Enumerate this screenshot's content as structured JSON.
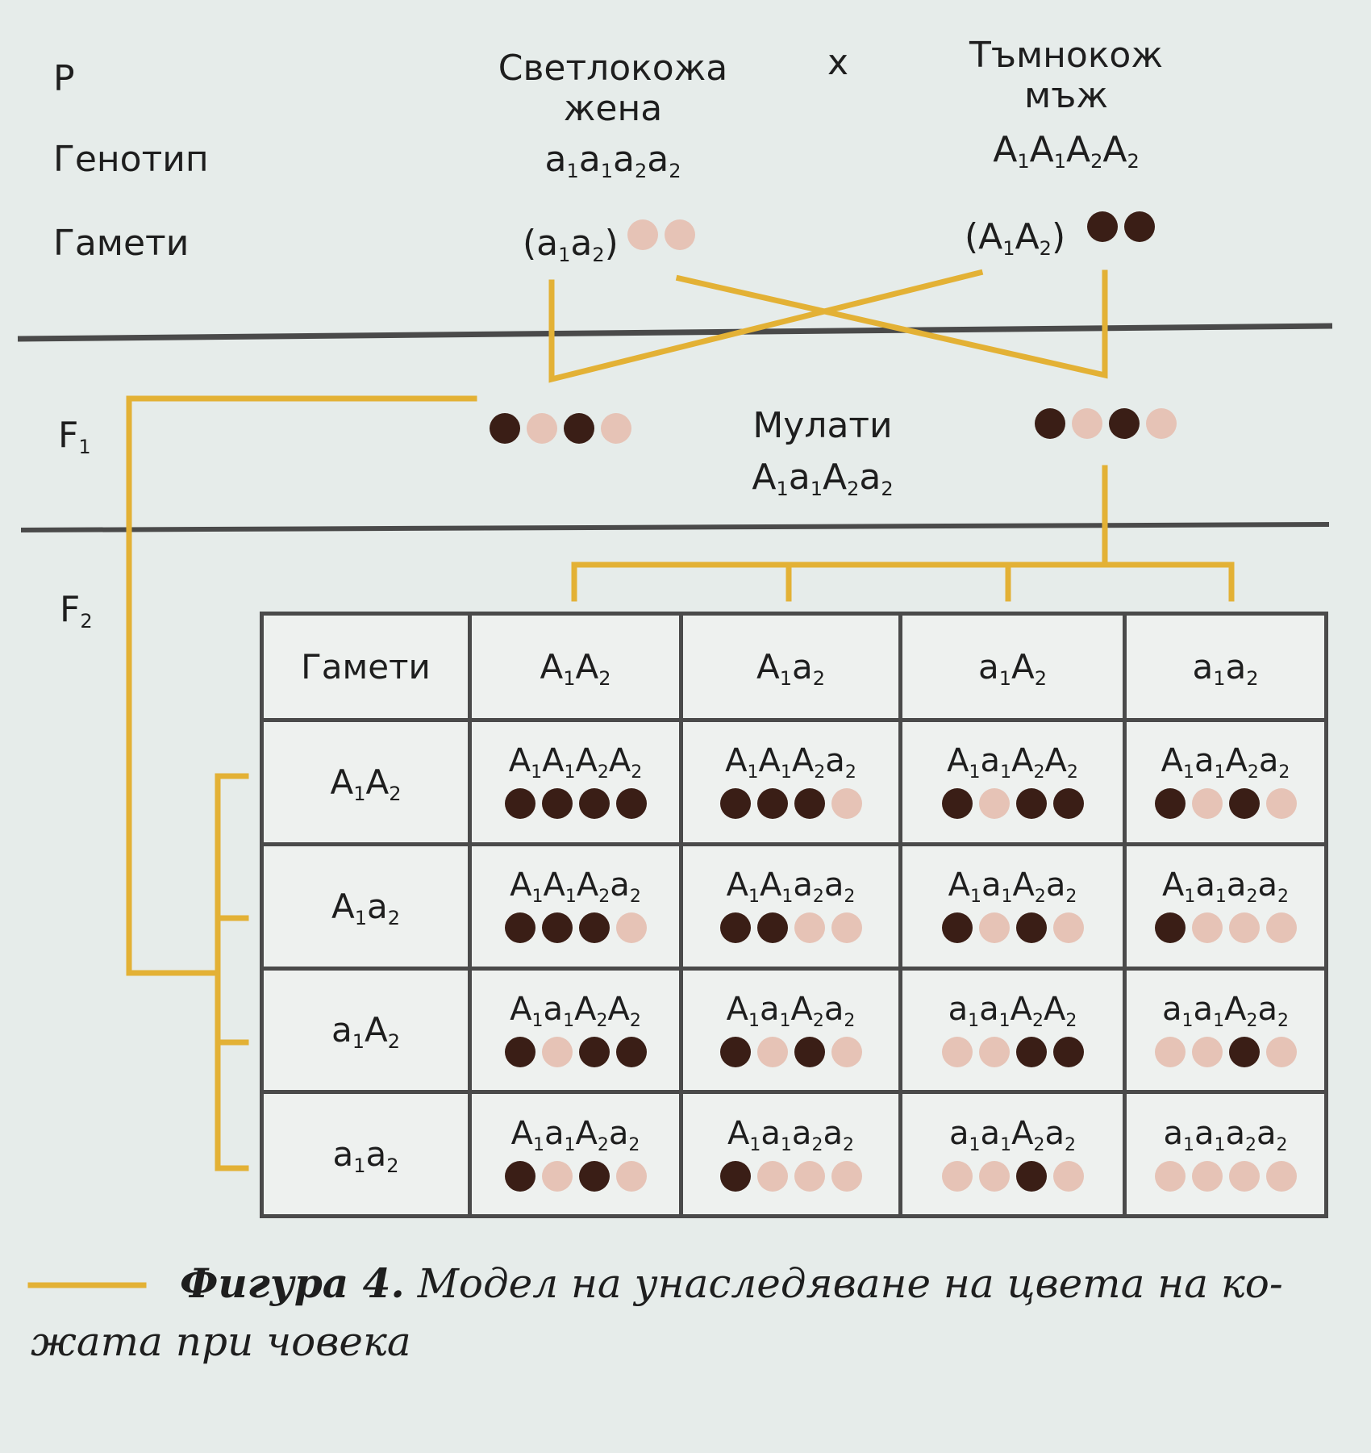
{
  "rows": {
    "p": "P",
    "genotype": "Генотип",
    "gametes": "Гамети",
    "f1": [
      "F",
      "1"
    ],
    "f2": [
      "F",
      "2"
    ]
  },
  "cross_sign": "x",
  "female": {
    "title": [
      "Светлокожа",
      "жена"
    ],
    "genotype": [
      [
        "a",
        "1"
      ],
      [
        "a",
        "1"
      ],
      [
        "a",
        "2"
      ],
      [
        "a",
        "2"
      ]
    ],
    "gamete": [
      [
        "a",
        "1"
      ],
      [
        "a",
        "2"
      ]
    ],
    "gamete_dots": [
      "light",
      "light"
    ]
  },
  "male": {
    "title": [
      "Тъмнокож",
      "мъж"
    ],
    "genotype": [
      [
        "A",
        "1"
      ],
      [
        "A",
        "1"
      ],
      [
        "A",
        "2"
      ],
      [
        "A",
        "2"
      ]
    ],
    "gamete": [
      [
        "A",
        "1"
      ],
      [
        "A",
        "2"
      ]
    ],
    "gamete_dots": [
      "dark",
      "dark"
    ]
  },
  "f1": {
    "label": "Мулати",
    "genotype": [
      [
        "A",
        "1"
      ],
      [
        "a",
        "1"
      ],
      [
        "A",
        "2"
      ],
      [
        "a",
        "2"
      ]
    ],
    "dots": [
      "dark",
      "light",
      "dark",
      "light"
    ]
  },
  "punnett": {
    "corner": "Гамети",
    "col_headers": [
      [
        [
          "A",
          "1"
        ],
        [
          "A",
          "2"
        ]
      ],
      [
        [
          "A",
          "1"
        ],
        [
          "a",
          "2"
        ]
      ],
      [
        [
          "a",
          "1"
        ],
        [
          "A",
          "2"
        ]
      ],
      [
        [
          "a",
          "1"
        ],
        [
          "a",
          "2"
        ]
      ]
    ],
    "row_headers": [
      [
        [
          "A",
          "1"
        ],
        [
          "A",
          "2"
        ]
      ],
      [
        [
          "A",
          "1"
        ],
        [
          "a",
          "2"
        ]
      ],
      [
        [
          "a",
          "1"
        ],
        [
          "A",
          "2"
        ]
      ],
      [
        [
          "a",
          "1"
        ],
        [
          "a",
          "2"
        ]
      ]
    ],
    "cells": [
      [
        {
          "g": [
            [
              "A",
              "1"
            ],
            [
              "A",
              "1"
            ],
            [
              "A",
              "2"
            ],
            [
              "A",
              "2"
            ]
          ],
          "d": [
            "dark",
            "dark",
            "dark",
            "dark"
          ]
        },
        {
          "g": [
            [
              "A",
              "1"
            ],
            [
              "A",
              "1"
            ],
            [
              "A",
              "2"
            ],
            [
              "a",
              "2"
            ]
          ],
          "d": [
            "dark",
            "dark",
            "dark",
            "light"
          ]
        },
        {
          "g": [
            [
              "A",
              "1"
            ],
            [
              "a",
              "1"
            ],
            [
              "A",
              "2"
            ],
            [
              "A",
              "2"
            ]
          ],
          "d": [
            "dark",
            "light",
            "dark",
            "dark"
          ]
        },
        {
          "g": [
            [
              "A",
              "1"
            ],
            [
              "a",
              "1"
            ],
            [
              "A",
              "2"
            ],
            [
              "a",
              "2"
            ]
          ],
          "d": [
            "dark",
            "light",
            "dark",
            "light"
          ]
        }
      ],
      [
        {
          "g": [
            [
              "A",
              "1"
            ],
            [
              "A",
              "1"
            ],
            [
              "A",
              "2"
            ],
            [
              "a",
              "2"
            ]
          ],
          "d": [
            "dark",
            "dark",
            "dark",
            "light"
          ]
        },
        {
          "g": [
            [
              "A",
              "1"
            ],
            [
              "A",
              "1"
            ],
            [
              "a",
              "2"
            ],
            [
              "a",
              "2"
            ]
          ],
          "d": [
            "dark",
            "dark",
            "light",
            "light"
          ]
        },
        {
          "g": [
            [
              "A",
              "1"
            ],
            [
              "a",
              "1"
            ],
            [
              "A",
              "2"
            ],
            [
              "a",
              "2"
            ]
          ],
          "d": [
            "dark",
            "light",
            "dark",
            "light"
          ]
        },
        {
          "g": [
            [
              "A",
              "1"
            ],
            [
              "a",
              "1"
            ],
            [
              "a",
              "2"
            ],
            [
              "a",
              "2"
            ]
          ],
          "d": [
            "dark",
            "light",
            "light",
            "light"
          ]
        }
      ],
      [
        {
          "g": [
            [
              "A",
              "1"
            ],
            [
              "a",
              "1"
            ],
            [
              "A",
              "2"
            ],
            [
              "A",
              "2"
            ]
          ],
          "d": [
            "dark",
            "light",
            "dark",
            "dark"
          ]
        },
        {
          "g": [
            [
              "A",
              "1"
            ],
            [
              "a",
              "1"
            ],
            [
              "A",
              "2"
            ],
            [
              "a",
              "2"
            ]
          ],
          "d": [
            "dark",
            "light",
            "dark",
            "light"
          ]
        },
        {
          "g": [
            [
              "a",
              "1"
            ],
            [
              "a",
              "1"
            ],
            [
              "A",
              "2"
            ],
            [
              "A",
              "2"
            ]
          ],
          "d": [
            "light",
            "light",
            "dark",
            "dark"
          ]
        },
        {
          "g": [
            [
              "a",
              "1"
            ],
            [
              "a",
              "1"
            ],
            [
              "A",
              "2"
            ],
            [
              "a",
              "2"
            ]
          ],
          "d": [
            "light",
            "light",
            "dark",
            "light"
          ]
        }
      ],
      [
        {
          "g": [
            [
              "A",
              "1"
            ],
            [
              "a",
              "1"
            ],
            [
              "A",
              "2"
            ],
            [
              "a",
              "2"
            ]
          ],
          "d": [
            "dark",
            "light",
            "dark",
            "light"
          ]
        },
        {
          "g": [
            [
              "A",
              "1"
            ],
            [
              "a",
              "1"
            ],
            [
              "a",
              "2"
            ],
            [
              "a",
              "2"
            ]
          ],
          "d": [
            "dark",
            "light",
            "light",
            "light"
          ]
        },
        {
          "g": [
            [
              "a",
              "1"
            ],
            [
              "a",
              "1"
            ],
            [
              "A",
              "2"
            ],
            [
              "a",
              "2"
            ]
          ],
          "d": [
            "light",
            "light",
            "dark",
            "light"
          ]
        },
        {
          "g": [
            [
              "a",
              "1"
            ],
            [
              "a",
              "1"
            ],
            [
              "a",
              "2"
            ],
            [
              "a",
              "2"
            ]
          ],
          "d": [
            "light",
            "light",
            "light",
            "light"
          ]
        }
      ]
    ]
  },
  "caption": {
    "bold": "Фигура 4.",
    "text": " Модел на унаследяване на цвета на ко-жата при човека"
  },
  "colors": {
    "line_gold": "#e3b135",
    "divider": "#4a4a4a",
    "dot_dark": "#3a1e16",
    "dot_light": "#e6c3b6"
  }
}
